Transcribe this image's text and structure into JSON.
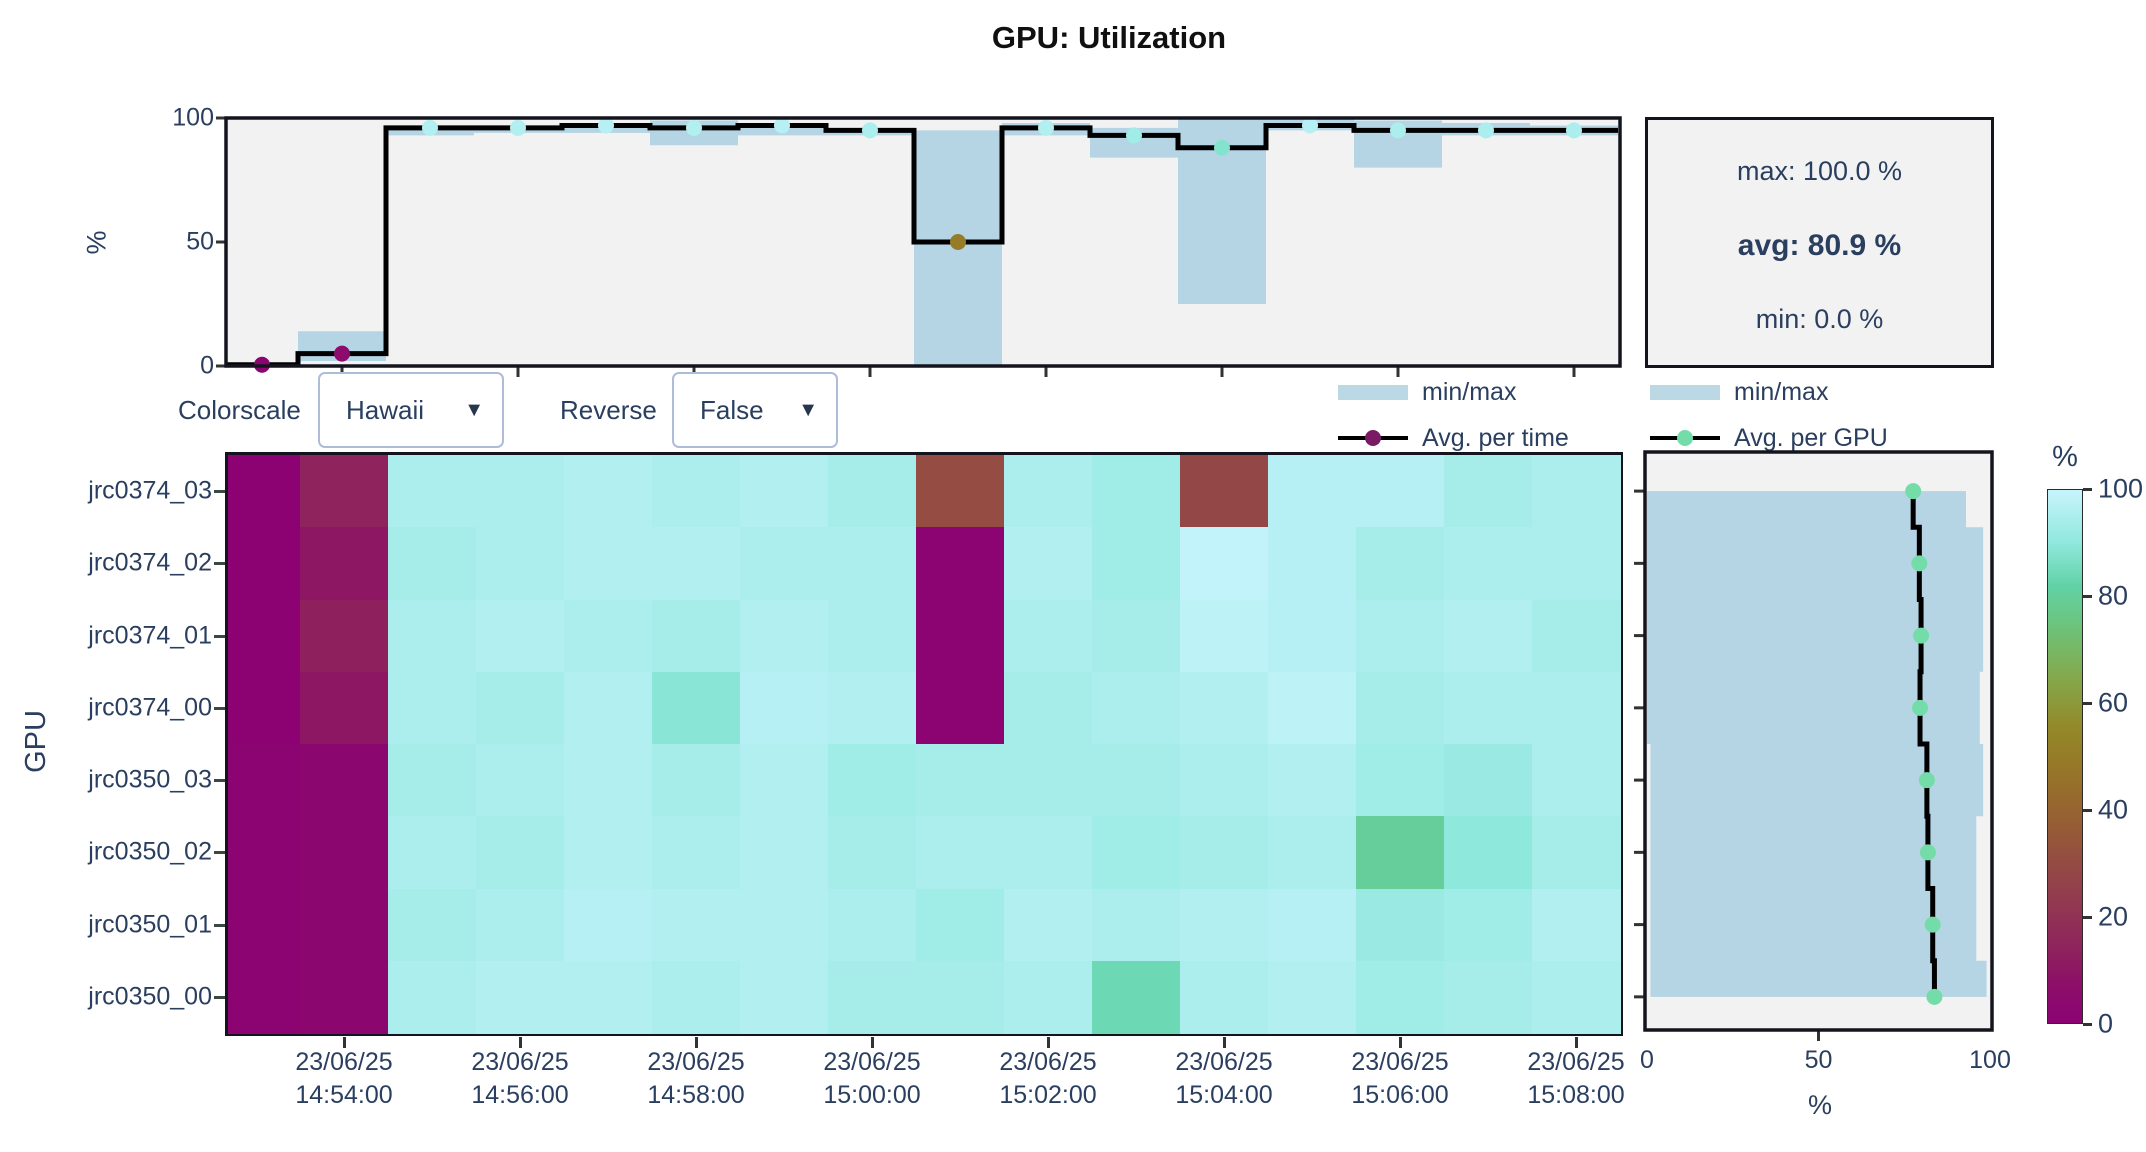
{
  "title": "GPU: Utilization",
  "stats": {
    "max_label": "max: 100.0 %",
    "avg_label": "avg: 80.9 %",
    "min_label": "min: 0.0 %"
  },
  "controls": {
    "colorscale_label": "Colorscale",
    "colorscale_value": "Hawaii",
    "reverse_label": "Reverse",
    "reverse_value": "False",
    "chevron": "▼"
  },
  "legends": {
    "time": {
      "band": "min/max",
      "line": "Avg. per time"
    },
    "gpu": {
      "band": "min/max",
      "line": "Avg. per GPU"
    }
  },
  "colorbar": {
    "label": "%",
    "ticks": [
      100,
      80,
      60,
      40,
      20,
      0
    ]
  },
  "colormap": {
    "name": "Hawaii",
    "reverse": false,
    "stops": [
      [
        0,
        "#8C0273"
      ],
      [
        0.08,
        "#8D1167"
      ],
      [
        0.15,
        "#8F265B"
      ],
      [
        0.25,
        "#933F4D"
      ],
      [
        0.35,
        "#955839"
      ],
      [
        0.45,
        "#97702A"
      ],
      [
        0.55,
        "#948828"
      ],
      [
        0.65,
        "#83A94C"
      ],
      [
        0.75,
        "#6BC57E"
      ],
      [
        0.82,
        "#62D2A6"
      ],
      [
        0.9,
        "#8FE8DC"
      ],
      [
        1,
        "#C8F4FE"
      ]
    ]
  },
  "colors": {
    "text": "#2a3f5f",
    "plot_bg": "#f2f2f2",
    "band": "#b5d5e4",
    "line": "#000000",
    "border": "#14141e",
    "tick": "#333333",
    "legend_dot_time": "#7b1a64",
    "legend_dot_gpu": "#74dca9",
    "dropdown_border": "#aebcd8"
  },
  "chart_data": [
    {
      "id": "avg-per-time",
      "type": "line",
      "ylabel": "%",
      "yticks": [
        0,
        50,
        100
      ],
      "ylim": [
        0,
        100
      ],
      "legend": [
        "min/max",
        "Avg. per time"
      ],
      "avg": [
        0.5,
        5,
        96,
        96,
        97,
        96,
        97,
        95,
        50,
        96,
        93,
        88,
        97,
        95,
        95,
        95
      ],
      "min": [
        0,
        2,
        93,
        94,
        94,
        89,
        93,
        93,
        0,
        93,
        84,
        25,
        95,
        80,
        93,
        93
      ],
      "max": [
        1,
        14,
        97,
        97,
        98,
        99,
        98,
        96,
        95,
        98,
        96,
        100,
        100,
        99,
        98,
        97
      ]
    },
    {
      "id": "gpu-utilization-heatmap",
      "type": "heatmap",
      "ylabel": "GPU",
      "zlim": [
        0,
        100
      ],
      "rows": [
        "jrc0374_03",
        "jrc0374_02",
        "jrc0374_01",
        "jrc0374_00",
        "jrc0350_03",
        "jrc0350_02",
        "jrc0350_01",
        "jrc0350_00"
      ],
      "xticks": [
        [
          "23/06/25",
          "14:54:00"
        ],
        [
          "23/06/25",
          "14:56:00"
        ],
        [
          "23/06/25",
          "14:58:00"
        ],
        [
          "23/06/25",
          "15:00:00"
        ],
        [
          "23/06/25",
          "15:02:00"
        ],
        [
          "23/06/25",
          "15:04:00"
        ],
        [
          "23/06/25",
          "15:06:00"
        ],
        [
          "23/06/25",
          "15:08:00"
        ]
      ],
      "values": [
        [
          0,
          14,
          95,
          95,
          96,
          95,
          96,
          94,
          30,
          95,
          93,
          28,
          97,
          97,
          94,
          95
        ],
        [
          0,
          10,
          94,
          95,
          96,
          96,
          95,
          95,
          1,
          96,
          93,
          99,
          97,
          94,
          95,
          95
        ],
        [
          0,
          13,
          95,
          96,
          95,
          94,
          96,
          95,
          1,
          95,
          94,
          98,
          97,
          95,
          96,
          94
        ],
        [
          0,
          10,
          95,
          94,
          96,
          89,
          97,
          96,
          1,
          94,
          95,
          96,
          98,
          94,
          95,
          95
        ],
        [
          1,
          2,
          94,
          95,
          96,
          94,
          96,
          93,
          94,
          94,
          94,
          95,
          96,
          93,
          92,
          95
        ],
        [
          1,
          2,
          95,
          94,
          96,
          95,
          96,
          94,
          95,
          95,
          93,
          94,
          95,
          80,
          90,
          94
        ],
        [
          1,
          2,
          94,
          95,
          97,
          96,
          96,
          95,
          93,
          96,
          95,
          96,
          97,
          92,
          93,
          96
        ],
        [
          1,
          2,
          95,
          96,
          96,
          95,
          96,
          94,
          94,
          95,
          84,
          95,
          96,
          93,
          94,
          95
        ]
      ]
    },
    {
      "id": "avg-per-gpu",
      "type": "line",
      "xlabel": "%",
      "xticks": [
        0,
        50,
        100
      ],
      "xlim": [
        0,
        100
      ],
      "legend": [
        "min/max",
        "Avg. per GPU"
      ],
      "avg": [
        77.6,
        79.4,
        79.9,
        79.6,
        81.6,
        81.9,
        83.3,
        83.8
      ],
      "min": [
        0,
        0,
        0,
        0,
        1,
        1,
        1,
        1
      ],
      "max": [
        93,
        98,
        98,
        97,
        98,
        96,
        96,
        99
      ]
    }
  ]
}
